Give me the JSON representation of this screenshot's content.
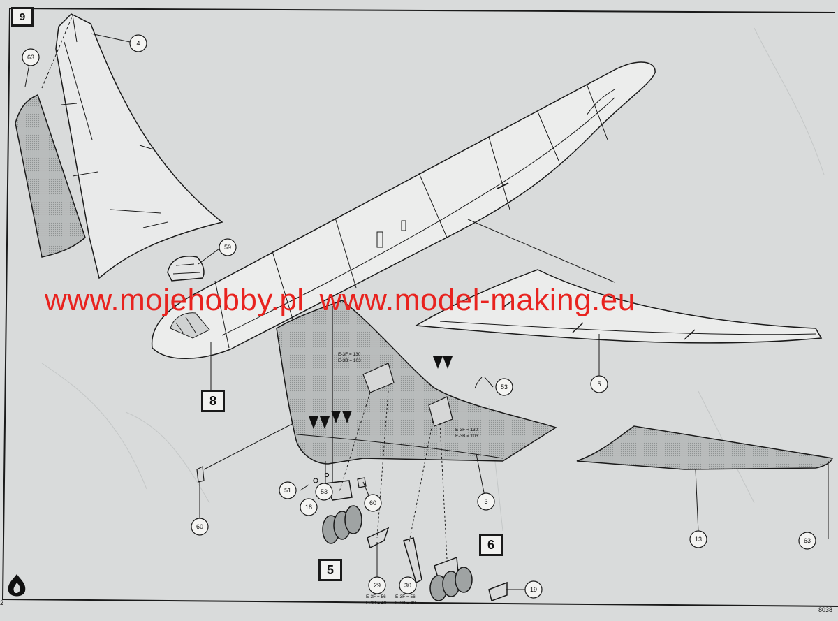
{
  "watermark": {
    "left": "www.mojehobby.pl",
    "right": "www.model-making.eu"
  },
  "steps": {
    "nine": "9",
    "eight": "8",
    "five": "5",
    "six": "6"
  },
  "parts": {
    "p4": "4",
    "p63a": "63",
    "p59": "59",
    "p53a": "53",
    "p5": "5",
    "p51": "51",
    "p53b": "53",
    "p18": "18",
    "p60a": "60",
    "p60b": "60",
    "p3": "3",
    "p13": "13",
    "p63b": "63",
    "p29": "29",
    "p30": "30",
    "p19": "19"
  },
  "notes": {
    "wing_a_1": "E-3F = 130",
    "wing_a_2": "E-3B = 103",
    "wing_b_1": "E-3F = 130",
    "wing_b_2": "E-3B = 103",
    "gear29_1": "E-3F = 56",
    "gear29_2": "E-3B = 40",
    "gear30_1": "E-3F = 56",
    "gear30_2": "E-3B = 40"
  },
  "corners": {
    "page": "2",
    "code": "8038"
  },
  "colors": {
    "paper": "#d9dbdb",
    "ink": "#1a1a1a",
    "watermark": "#e8231f",
    "shade": "#b5b8b9"
  }
}
